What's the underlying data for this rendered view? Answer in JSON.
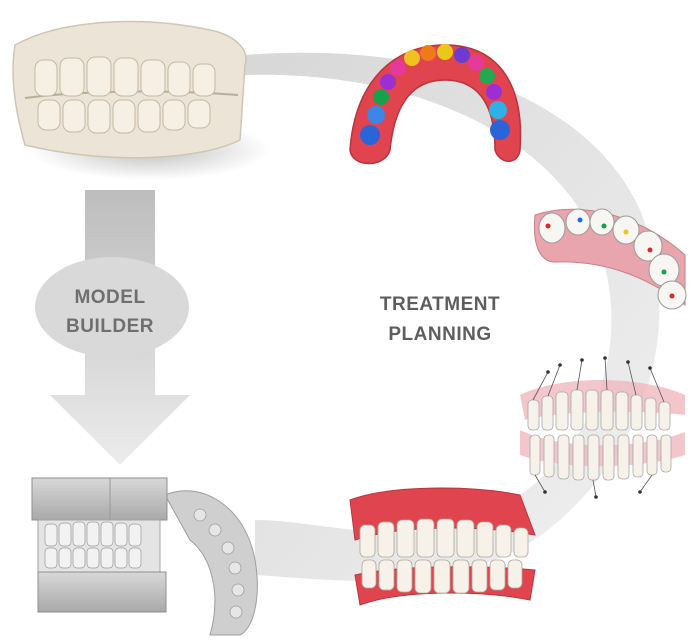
{
  "diagram": {
    "model_builder": {
      "line1": "MODEL",
      "line2": "BUILDER"
    },
    "treatment_planning": {
      "line1": "TREATMENT",
      "line2": "PLANNING"
    },
    "colors": {
      "flow_gray": "#dcdcdc",
      "cast_cream": "#ece4d6",
      "gum_red": "#e0454f",
      "tooth_white": "#f6f2ea",
      "base_gray": "#bdbdbd"
    },
    "images": [
      "dental-cast-image",
      "segmented-arch-image",
      "landmarked-arch-image",
      "attachment-setup-image",
      "final-occlusion-image",
      "articulated-model-image"
    ]
  }
}
